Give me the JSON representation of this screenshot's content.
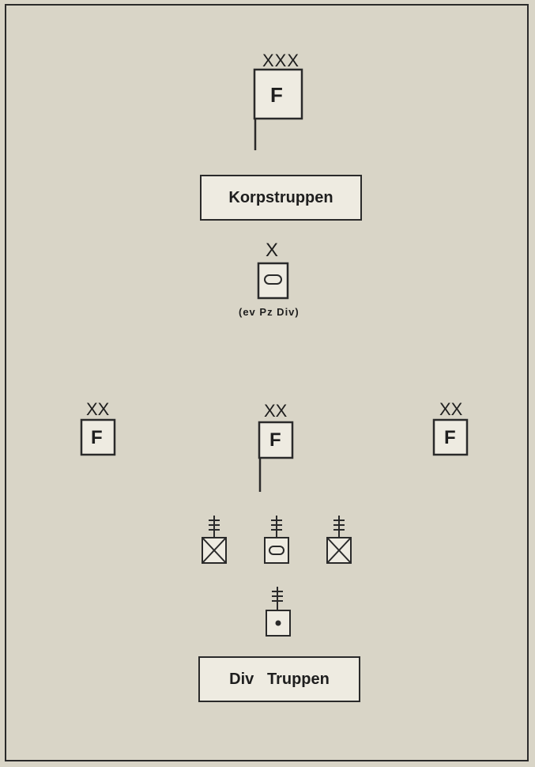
{
  "corps": {
    "size_mark": "XXX",
    "letter": "F"
  },
  "corps_troops_label": "Korpstruppen",
  "brigade": {
    "size_mark": "X",
    "note": "(ev Pz Div)"
  },
  "divisions": [
    {
      "size_mark": "XX",
      "letter": "F"
    },
    {
      "size_mark": "XX",
      "letter": "F"
    },
    {
      "size_mark": "XX",
      "letter": "F"
    }
  ],
  "div_troops_label": "Div   Truppen",
  "colors": {
    "paper": "#d9d5c7",
    "box_fill": "#eeebe1",
    "ink": "#2a2a2a"
  }
}
